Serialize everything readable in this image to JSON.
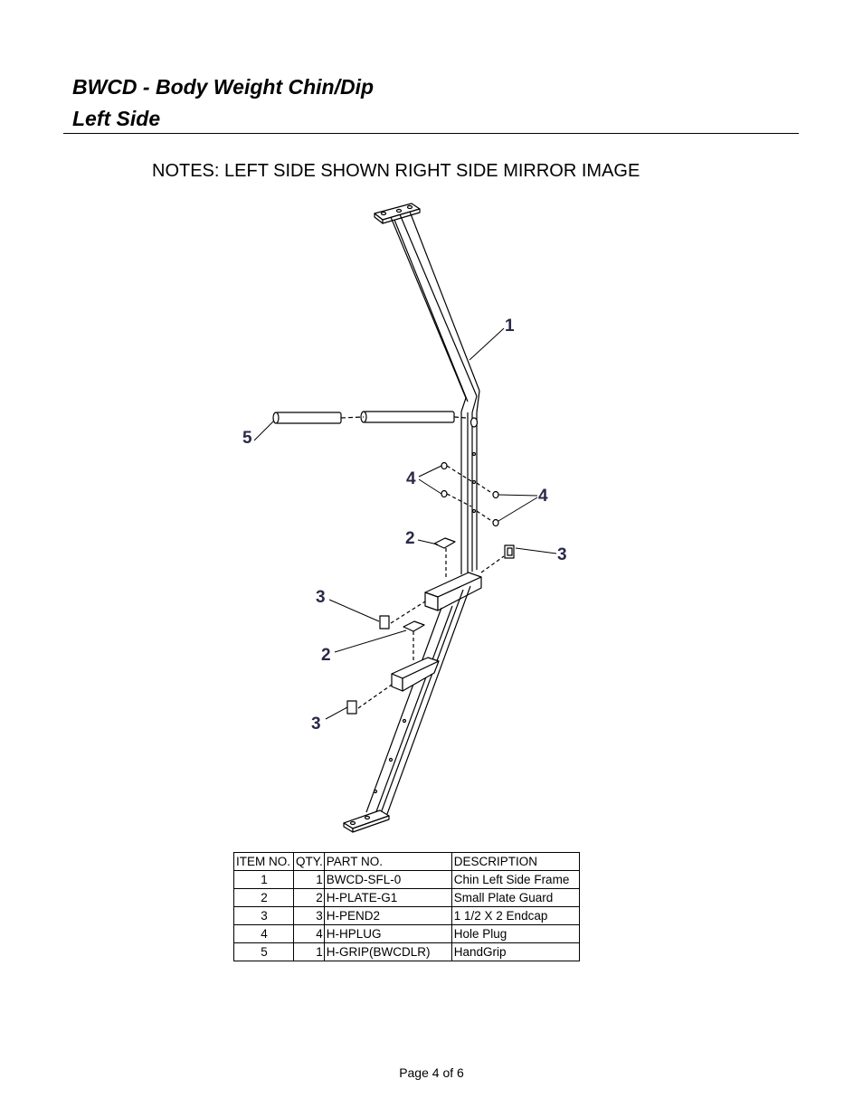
{
  "header": {
    "title_line1": "BWCD - Body Weight Chin/Dip",
    "title_line2": "Left Side"
  },
  "notes": "NOTES:  LEFT SIDE SHOWN RIGHT SIDE MIRROR IMAGE",
  "drawing": {
    "callouts": [
      "1",
      "5",
      "4",
      "4",
      "2",
      "3",
      "3",
      "2",
      "3"
    ]
  },
  "parts_table": {
    "headers": [
      "ITEM NO.",
      "QTY.",
      "PART NO.",
      "DESCRIPTION"
    ],
    "rows": [
      [
        "1",
        "1",
        "BWCD-SFL-0",
        "Chin Left Side Frame"
      ],
      [
        "2",
        "2",
        "H-PLATE-G1",
        "Small Plate Guard"
      ],
      [
        "3",
        "3",
        "H-PEND2",
        "1 1/2 X 2 Endcap"
      ],
      [
        "4",
        "4",
        "H-HPLUG",
        "Hole Plug"
      ],
      [
        "5",
        "1",
        "H-GRIP(BWCDLR)",
        "HandGrip"
      ]
    ]
  },
  "footer": "Page 4 of 6"
}
